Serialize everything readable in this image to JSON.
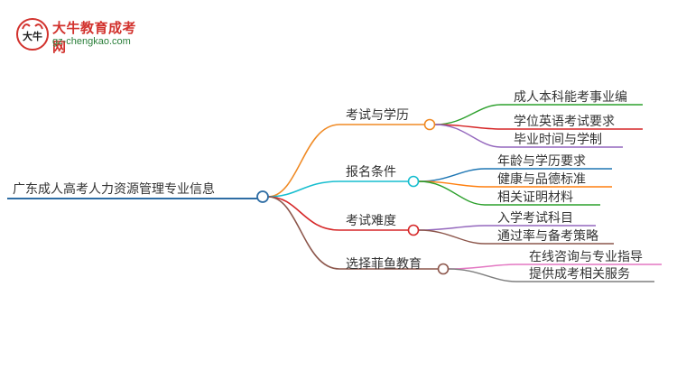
{
  "logo": {
    "title": "大牛教育成考网",
    "url": "gz-chengkao.com",
    "mark_text": "大牛"
  },
  "mindmap": {
    "root": "广东成人高考人力资源管理专业信息",
    "root_color": "#2e6da4",
    "branches": [
      {
        "label": "考试与学历",
        "color": "#f08a24",
        "children": [
          {
            "label": "成人本科能考事业编",
            "color": "#2ca02c"
          },
          {
            "label": "学位英语考试要求",
            "color": "#d62728"
          },
          {
            "label": "毕业时间与学制",
            "color": "#9467bd"
          }
        ]
      },
      {
        "label": "报名条件",
        "color": "#17becf",
        "children": [
          {
            "label": "年龄与学历要求",
            "color": "#1f77b4"
          },
          {
            "label": "健康与品德标准",
            "color": "#ff7f0e"
          },
          {
            "label": "相关证明材料",
            "color": "#2ca02c"
          }
        ]
      },
      {
        "label": "考试难度",
        "color": "#d62728",
        "children": [
          {
            "label": "入学考试科目",
            "color": "#9467bd"
          },
          {
            "label": "通过率与备考策略",
            "color": "#8c564b"
          }
        ]
      },
      {
        "label": "选择菲鱼教育",
        "color": "#8c564b",
        "children": [
          {
            "label": "在线咨询与专业指导",
            "color": "#e377c2"
          },
          {
            "label": "提供成考相关服务",
            "color": "#7f7f7f"
          }
        ]
      }
    ]
  }
}
